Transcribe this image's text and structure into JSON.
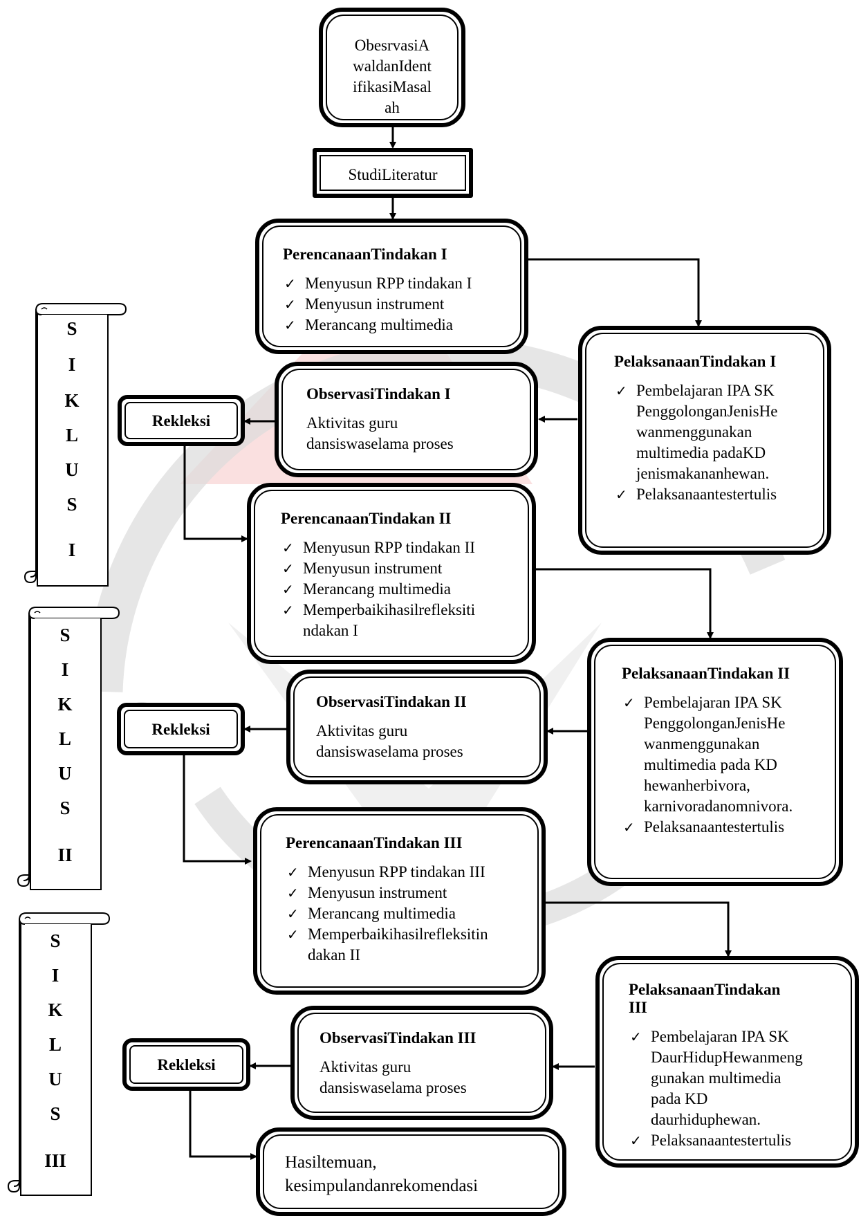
{
  "colors": {
    "stroke": "#000000",
    "watermark_gray": "#d9d9d9",
    "watermark_red": "#f6c7c7"
  },
  "start_box": {
    "text": "ObesrvasiA waldanIdent ifikasiMasal ah",
    "lines": [
      "ObesrvasiA",
      "waldanIdent",
      "ifikasiMasal",
      "ah"
    ]
  },
  "studi": {
    "text": "StudiLiteratur"
  },
  "cycle1": {
    "plan_title": "PerencanaanTindakan I",
    "plan_items": [
      "Menyusun RPP tindakan I",
      "Menyusun instrument",
      "Merancang multimedia"
    ],
    "exec_title": "PelaksanaanTindakan I",
    "exec_items": [
      "Pembelajaran IPA SK PenggolonganJenisHe wanmenggunakan multimedia padaKD jenismakananhewan.",
      "Pelaksanaantestertulis"
    ],
    "exec_lines": [
      [
        "Pembelajaran IPA SK",
        "PenggolonganJenisHe",
        "wanmenggunakan",
        "multimedia padaKD",
        "jenismakananhewan."
      ],
      [
        "Pelaksanaantestertulis"
      ]
    ],
    "obs_title": "ObservasiTindakan I",
    "obs_text": "Aktivitas guru dansiswaselama proses",
    "obs_lines": [
      "Aktivitas guru",
      "dansiswaselama proses"
    ],
    "refl": "Rekleksi"
  },
  "cycle2": {
    "plan_title": "PerencanaanTindakan II",
    "plan_items": [
      "Menyusun RPP tindakan II",
      "Menyusun instrument",
      "Merancang multimedia",
      "Memperbaikihasilrefleksiti ndakan I"
    ],
    "plan_lines": [
      [
        "Menyusun RPP tindakan II"
      ],
      [
        "Menyusun instrument"
      ],
      [
        "Merancang multimedia"
      ],
      [
        "Memperbaikihasilrefleksiti",
        "ndakan I"
      ]
    ],
    "exec_title": "PelaksanaanTindakan II",
    "exec_items": [
      "Pembelajaran IPA SK PenggolonganJenisHe wanmenggunakan multimedia pada KD hewanherbivora, karnivoradanomnivora.",
      "Pelaksanaantestertulis"
    ],
    "exec_lines": [
      [
        "Pembelajaran IPA SK",
        "PenggolonganJenisHe",
        "wanmenggunakan",
        "multimedia pada KD",
        "hewanherbivora,",
        "karnivoradanomnivora."
      ],
      [
        "Pelaksanaantestertulis"
      ]
    ],
    "obs_title": "ObservasiTindakan II",
    "obs_text": "Aktivitas guru dansiswaselama proses",
    "obs_lines": [
      "Aktivitas guru",
      "dansiswaselama proses"
    ],
    "refl": "Rekleksi"
  },
  "cycle3": {
    "plan_title": "PerencanaanTindakan III",
    "plan_items": [
      "Menyusun RPP tindakan III",
      "Menyusun instrument",
      "Merancang multimedia",
      "Memperbaikihasilrefleksitin dakan II"
    ],
    "plan_lines": [
      [
        "Menyusun RPP tindakan III"
      ],
      [
        "Menyusun instrument"
      ],
      [
        "Merancang multimedia"
      ],
      [
        "Memperbaikihasilrefleksitin",
        "dakan II"
      ]
    ],
    "exec_title": "PelaksanaanTindakan III",
    "exec_title_lines": [
      "PelaksanaanTindakan",
      "III"
    ],
    "exec_items": [
      "Pembelajaran IPA SK DaurHidupHewanmeng gunakan multimedia pada KD daurhiduphewan.",
      "Pelaksanaantestertulis"
    ],
    "exec_lines": [
      [
        "Pembelajaran IPA SK",
        "DaurHidupHewanmeng",
        "gunakan multimedia",
        "pada KD",
        "daurhiduphewan."
      ],
      [
        "Pelaksanaantestertulis"
      ]
    ],
    "obs_title": "ObservasiTindakan III",
    "obs_text": "Aktivitas guru dansiswaselama proses",
    "obs_lines": [
      "Aktivitas guru",
      "dansiswaselama proses"
    ],
    "refl": "Rekleksi"
  },
  "final": {
    "text": "Hasiltemuan, kesimpulandanrekomendasi",
    "lines": [
      "Hasiltemuan,",
      "kesimpulandanrekomendasi"
    ]
  },
  "siklus": [
    {
      "letters": [
        "S",
        "I",
        "K",
        "L",
        "U",
        "S"
      ],
      "number": "I"
    },
    {
      "letters": [
        "S",
        "I",
        "K",
        "L",
        "U",
        "S"
      ],
      "number": "II"
    },
    {
      "letters": [
        "S",
        "I",
        "K",
        "L",
        "U",
        "S"
      ],
      "number": "III"
    }
  ]
}
